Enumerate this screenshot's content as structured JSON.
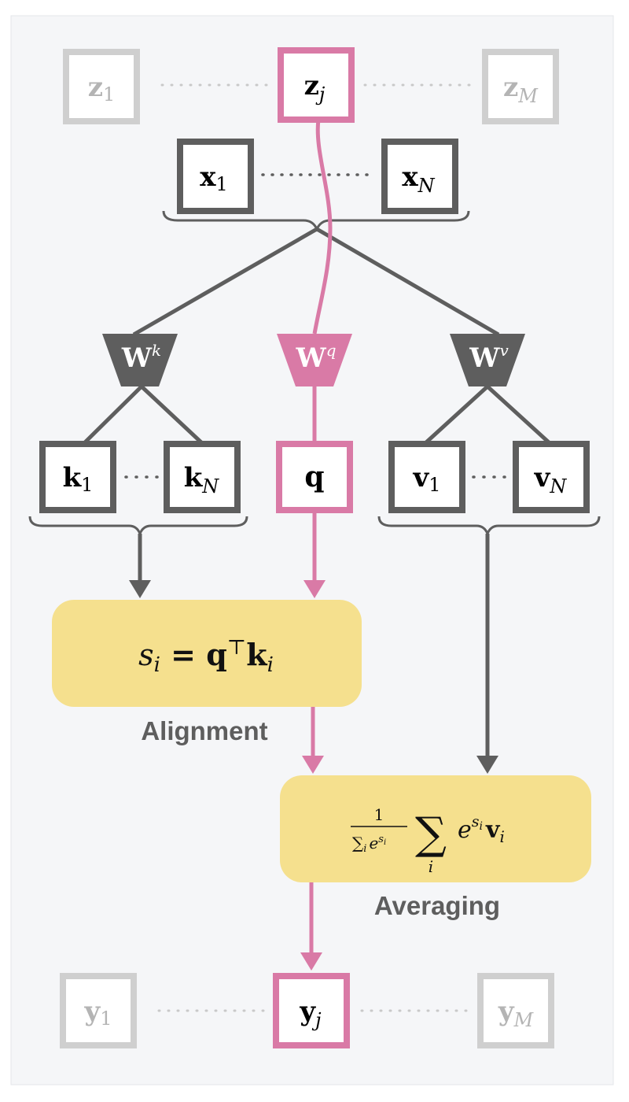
{
  "colors": {
    "panel_bg": "#f5f6f8",
    "panel_border": "#e4e6ea",
    "dark": "#5e5e5e",
    "light": "#cfcfcf",
    "light_text": "#b4b4b4",
    "pink": "#d97aa6",
    "yellow": "#f5e08e"
  },
  "outputs_top": {
    "first": {
      "base": "z",
      "sub": "1"
    },
    "selected": {
      "base": "z",
      "sub": "j"
    },
    "last": {
      "base": "z",
      "sub": "M"
    }
  },
  "inputs": {
    "first": {
      "base": "x",
      "sub": "1"
    },
    "last": {
      "base": "x",
      "sub": "N"
    }
  },
  "weights": {
    "key": {
      "base": "W",
      "sup": "k"
    },
    "query": {
      "base": "W",
      "sup": "q"
    },
    "value": {
      "base": "W",
      "sup": "v"
    }
  },
  "keys": {
    "first": {
      "base": "k",
      "sub": "1"
    },
    "last": {
      "base": "k",
      "sub": "N"
    }
  },
  "query": {
    "base": "q"
  },
  "values": {
    "first": {
      "base": "v",
      "sub": "1"
    },
    "last": {
      "base": "v",
      "sub": "N"
    }
  },
  "alignment": {
    "formula": {
      "s": "s",
      "i": "i",
      "eq": " = ",
      "q": "q",
      "top": "⊤",
      "k": "k",
      "ki": "i"
    },
    "label": "Alignment"
  },
  "averaging": {
    "formula": {
      "num": "1",
      "sum_small": "∑",
      "i": "i",
      "e": "e",
      "s": "s",
      "sum": "∑",
      "v": "v"
    },
    "label": "Averaging"
  },
  "outputs_bottom": {
    "first": {
      "base": "y",
      "sub": "1"
    },
    "selected": {
      "base": "y",
      "sub": "j"
    },
    "last": {
      "base": "y",
      "sub": "M"
    }
  }
}
